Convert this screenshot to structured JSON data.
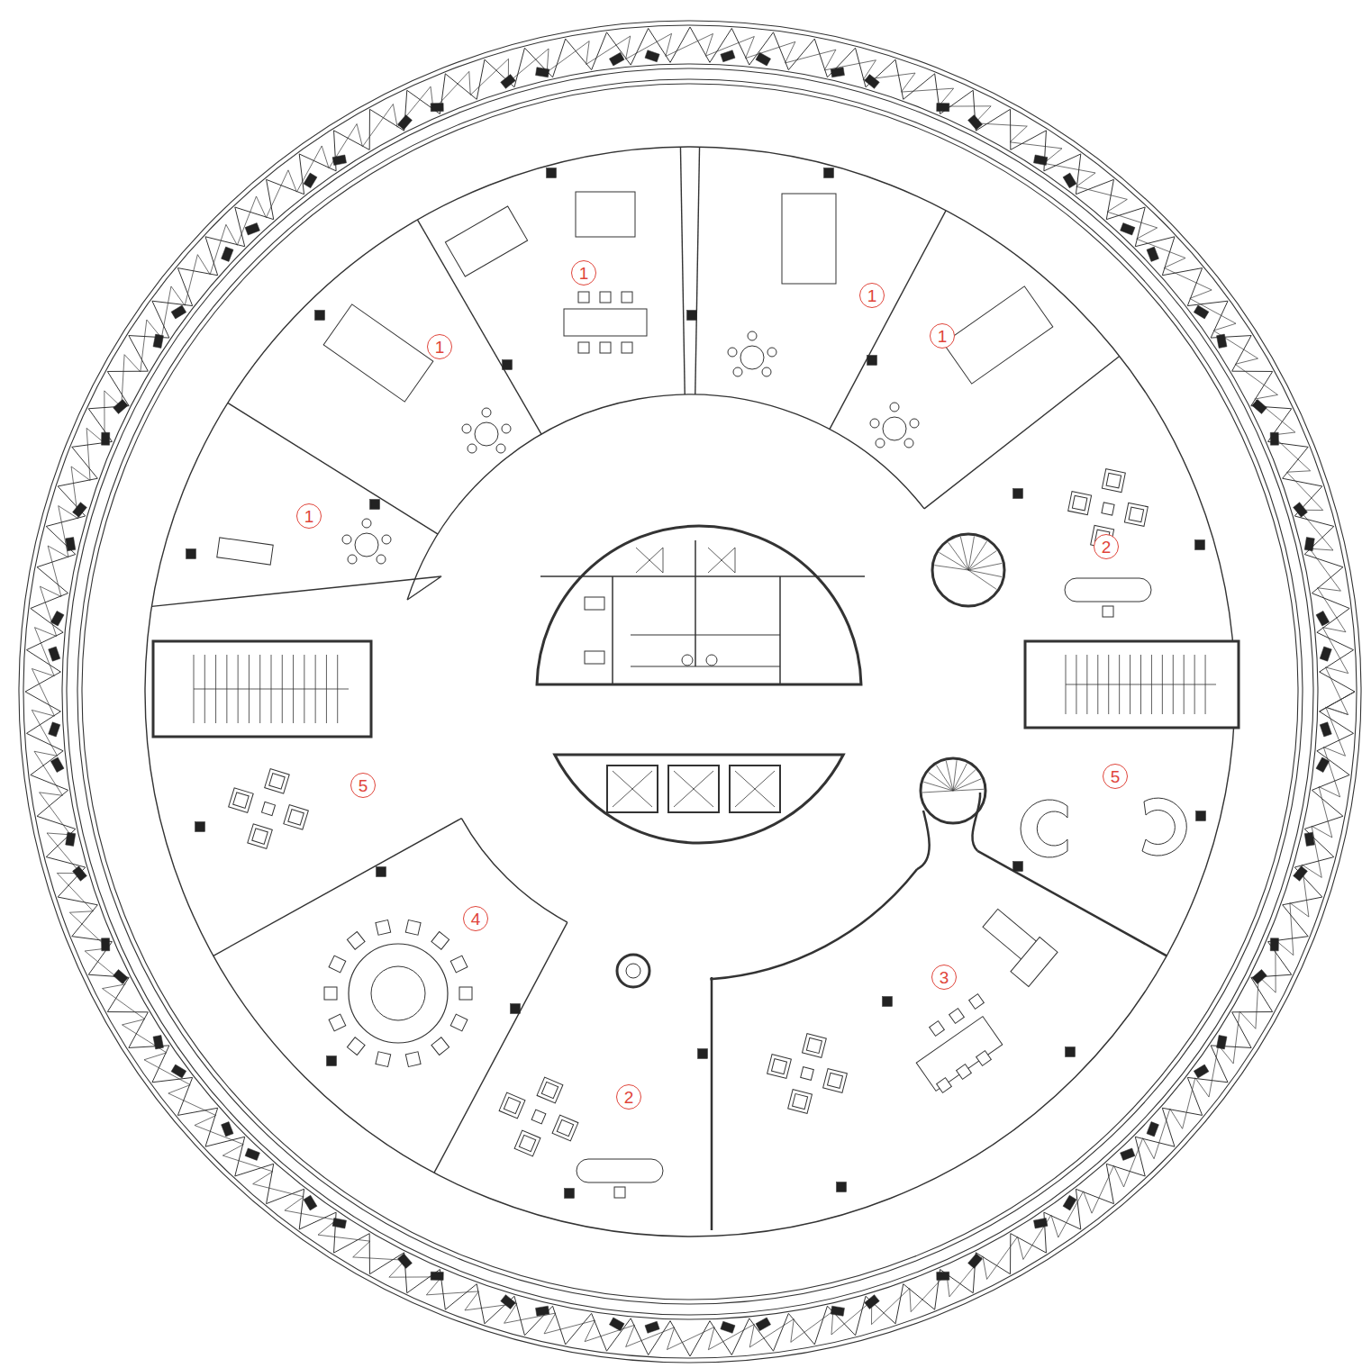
{
  "diagram": {
    "labels": [
      "1",
      "1",
      "1",
      "1",
      "1",
      "2",
      "5",
      "5",
      "4",
      "3",
      "2"
    ]
  }
}
